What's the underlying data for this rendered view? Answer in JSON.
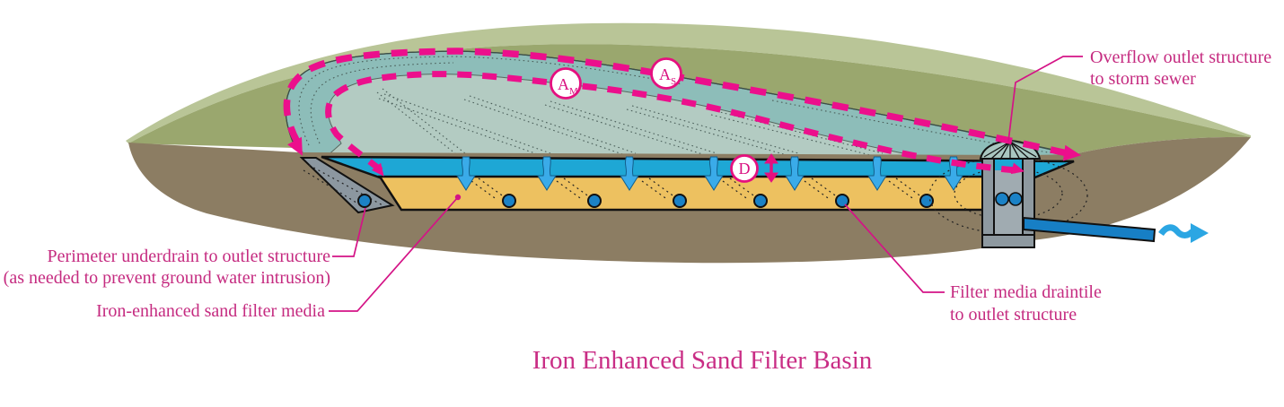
{
  "diagram": {
    "title": "Iron Enhanced Sand Filter Basin",
    "labels": {
      "overflow_line1": "Overflow outlet structure",
      "overflow_line2": "to storm sewer",
      "perimeter_line1": "Perimeter underdrain to outlet structure",
      "perimeter_line2": "(as needed to prevent ground water intrusion)",
      "media": "Iron-enhanced sand filter media",
      "draintile_line1": "Filter media draintile",
      "draintile_line2": "to outlet structure"
    },
    "markers": {
      "am_letter": "A",
      "am_sub": "M",
      "as_letter": "A",
      "as_sub": "S",
      "depth": "D"
    },
    "colors": {
      "accent_pink": "#ec0f8c",
      "label_pink": "#c52b80",
      "water_cyan": "#1ea7d5",
      "sand": "#edc160",
      "soil": "#8c7d63",
      "berm_light": "#b9c597",
      "berm_dark": "#9aa76e",
      "basin_slope": "#8dbdb9",
      "basin_surface": "#b3cbc2",
      "structure_gray": "#8e99a0",
      "pipe_blue": "#177fc5",
      "arrow_blue": "#3aabe9"
    }
  }
}
